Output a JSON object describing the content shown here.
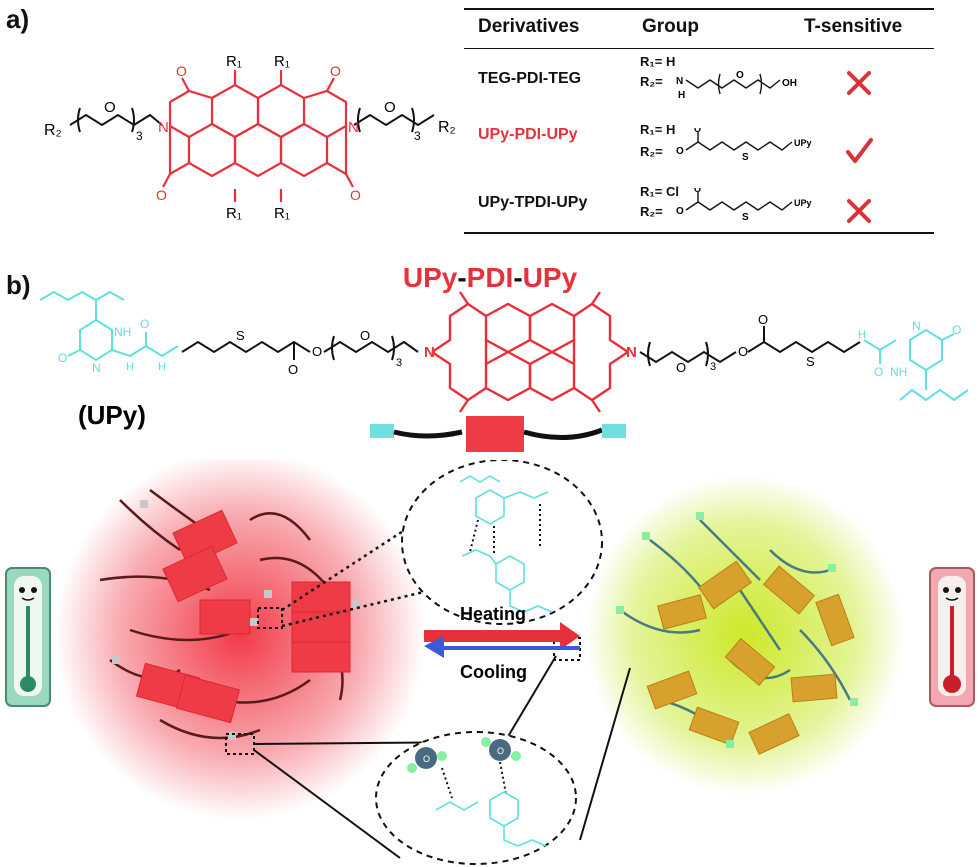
{
  "panels": {
    "a": "a)",
    "b": "b)"
  },
  "table": {
    "headers": [
      "Derivatives",
      "Group",
      "T-sensitive"
    ],
    "rows": [
      {
        "name": "TEG-PDI-TEG",
        "r1": "R₁= H",
        "r2": "R₂=",
        "sensitive": false
      },
      {
        "name": "UPy-PDI-UPy",
        "r1": "R₁= H",
        "r2": "R₂=",
        "sensitive": true
      },
      {
        "name": "UPy-TPDI-UPy",
        "r1": "R₁= Cl",
        "r2": "R₂=",
        "sensitive": false
      }
    ]
  },
  "structure_a": {
    "r1": "R₁",
    "r2": "R₂",
    "sub3": "3",
    "o": "O",
    "n": "N"
  },
  "structure_b": {
    "title_parts": [
      "UPy",
      "-",
      "PDI",
      "-",
      "UPy"
    ],
    "upy_label": "(UPy)",
    "sub3": "3",
    "atoms": {
      "o": "O",
      "n": "N",
      "s": "S",
      "nh": "NH",
      "h": "H"
    }
  },
  "arrows": {
    "heating": "Heating",
    "cooling": "Cooling"
  },
  "chem_labels": {
    "upy": "UPy",
    "oh": "OH",
    "h": "H",
    "n": "N",
    "o": "O"
  },
  "colors": {
    "red": "#e8303a",
    "cyan": "#5ee0e0",
    "green": "#c4e828"
  }
}
